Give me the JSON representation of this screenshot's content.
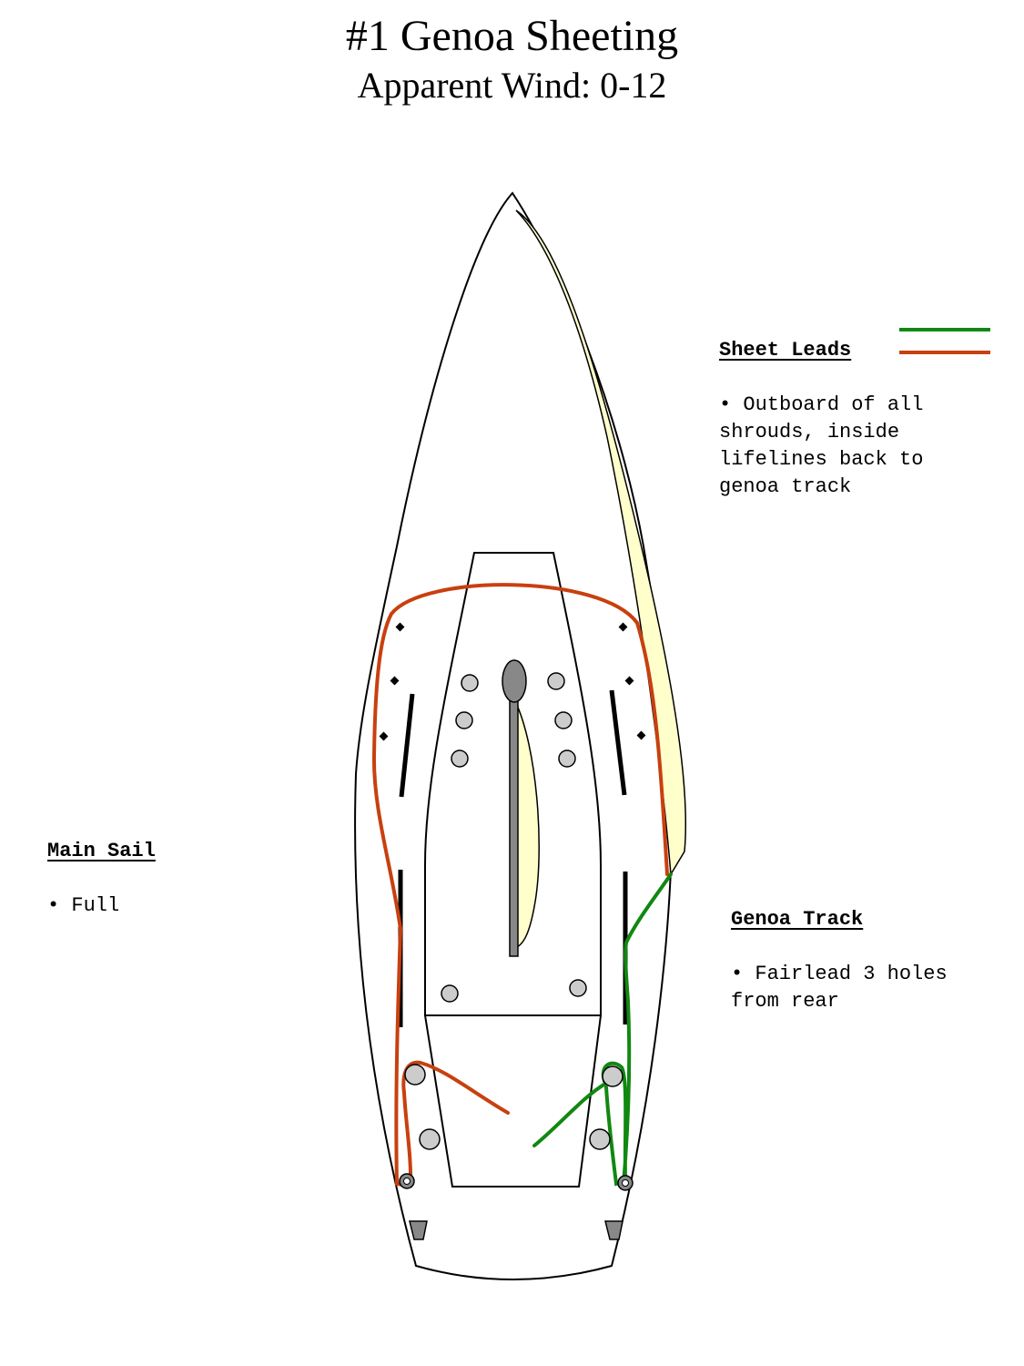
{
  "title": "#1 Genoa Sheeting",
  "subtitle": "Apparent Wind: 0-12",
  "notes": {
    "sheet_leads": {
      "heading": "Sheet Leads",
      "items": [
        "Outboard of all shrouds, inside lifelines back to genoa track"
      ]
    },
    "main_sail": {
      "heading": "Main Sail",
      "items": [
        "Full"
      ]
    },
    "genoa_track": {
      "heading": "Genoa Track",
      "items": [
        "Fairlead 3 holes from rear"
      ]
    }
  },
  "colors": {
    "starboard_sheet": "#118811",
    "port_sheet": "#c8400f",
    "sail_fill": "#ffffcc",
    "fitting_fill": "#cccccc",
    "mast_fill": "#888888",
    "outline": "#000000"
  },
  "icons": {
    "winch": "winch-icon",
    "block": "sheet-block-icon",
    "shroud_base": "shroud-chainplate-icon",
    "cleat": "stern-cleat-icon"
  }
}
